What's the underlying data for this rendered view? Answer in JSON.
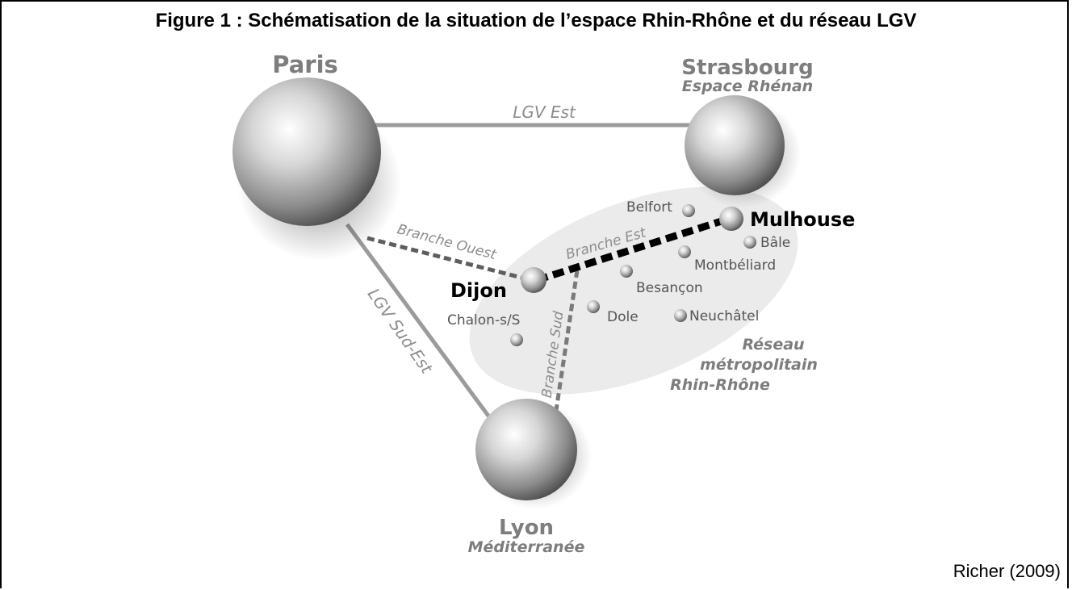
{
  "title": "Figure 1 : Schématisation de la situation de l’espace Rhin-Rhône et du réseau LGV",
  "credit": "Richer (2009)",
  "cities": {
    "paris": "Paris",
    "strasbourg": "Strasbourg",
    "lyon": "Lyon",
    "dijon": "Dijon",
    "mulhouse": "Mulhouse",
    "belfort": "Belfort",
    "bale": "Bâle",
    "montbeliard": "Montbéliard",
    "besancon": "Besançon",
    "dole": "Dole",
    "neuchatel": "Neuchâtel",
    "chalon": "Chalon-s/S"
  },
  "regions": {
    "strasbourg": "Espace Rhénan",
    "lyon": "Méditerranée",
    "network_line1": "Réseau",
    "network_line2": "métropolitain",
    "network_line3": "Rhin-Rhône"
  },
  "lines": {
    "lgv_est": "LGV Est",
    "lgv_sud_est": "LGV Sud-Est",
    "branche_ouest": "Branche Ouest",
    "branche_est": "Branche Est",
    "branche_sud": "Branche Sud"
  }
}
